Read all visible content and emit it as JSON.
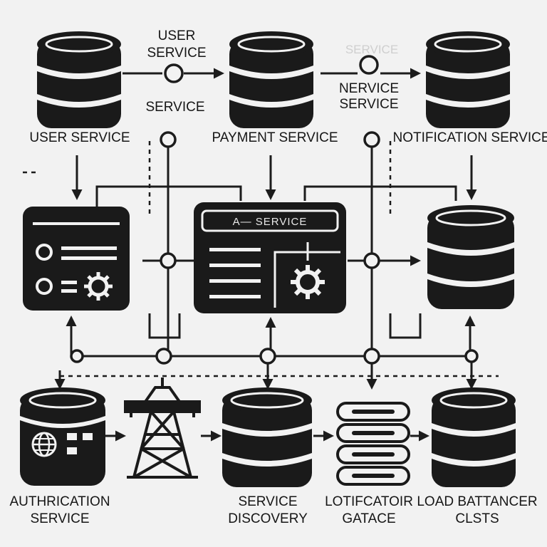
{
  "labels": {
    "user_service": "USER SERVICE",
    "payment_service": "PAYMENT SERVICE",
    "notification_service": "NOTIFICATION SERVICE",
    "top_user_service_1": "USER",
    "top_user_service_2": "SERVICE",
    "top_service": "SERVICE",
    "top_nervice_1": "NERVICE",
    "top_nervice_2": "SERVICE",
    "ghost_text": "SERVICE",
    "app_window_title": "A— SERVICE",
    "authentication_service_1": "AUTHRICATION",
    "authentication_service_2": "SERVICE",
    "service_discovery_1": "SERVICE",
    "service_discovery_2": "DISCOVERY",
    "gateway_1": "LOTIFCATOIR",
    "gateway_2": "GATACE",
    "load_balancer_1": "LOAD BATTANCER",
    "load_balancer_2": "CLSTS"
  },
  "icons": {
    "database": "database-icon",
    "window": "app-window-icon",
    "gear": "gear-icon",
    "globe": "globe-icon",
    "tower": "transmission-tower-icon",
    "server_stack": "server-stack-icon",
    "connector": "connector-node-icon"
  },
  "colors": {
    "ink": "#1a1a1a",
    "background": "#f2f2f2"
  }
}
